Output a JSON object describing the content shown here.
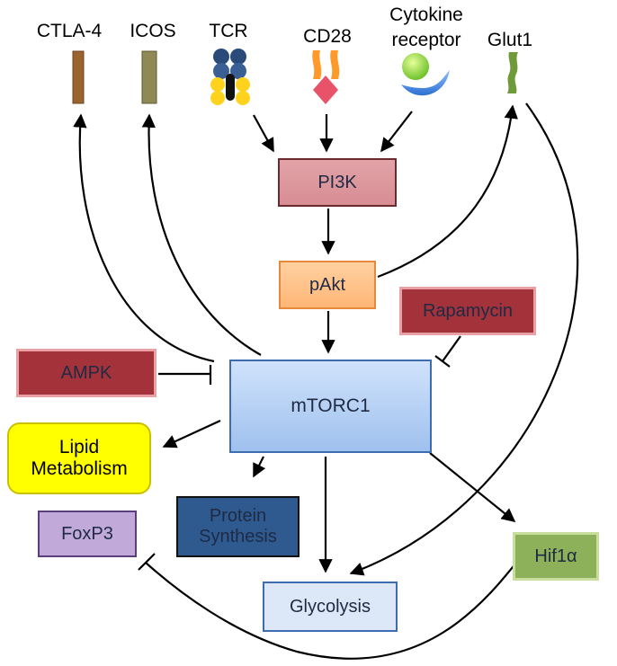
{
  "receptors": {
    "ctla4": "CTLA-4",
    "icos": "ICOS",
    "tcr": "TCR",
    "cd28": "CD28",
    "cytokine_line1": "Cytokine",
    "cytokine_line2": "receptor",
    "glut1": "Glut1"
  },
  "nodes": {
    "pi3k": "PI3K",
    "pakt": "pAkt",
    "rapamycin": "Rapamycin",
    "ampk": "AMPK",
    "mtorc1": "mTORC1",
    "lipid_line1": "Lipid",
    "lipid_line2": "Metabolism",
    "protein_line1": "Protein",
    "protein_line2": "Synthesis",
    "foxp3": "FoxP3",
    "hif1a": "Hif1α",
    "glycolysis": "Glycolysis"
  },
  "colors": {
    "ctla4_bar": "#9a6330",
    "icos_bar": "#8f8a55",
    "glut1": "#6f9a3a",
    "pi3k": "#d78d93",
    "pakt": "#ffb777",
    "inhibitor": "#a3323a",
    "mtorc1": "#9fc1ee",
    "lipid": "#ffff00",
    "protein": "#2e5a8f",
    "foxp3": "#c1a9d9",
    "hif1a": "#8db05a",
    "glycolysis": "#dce8f8"
  }
}
